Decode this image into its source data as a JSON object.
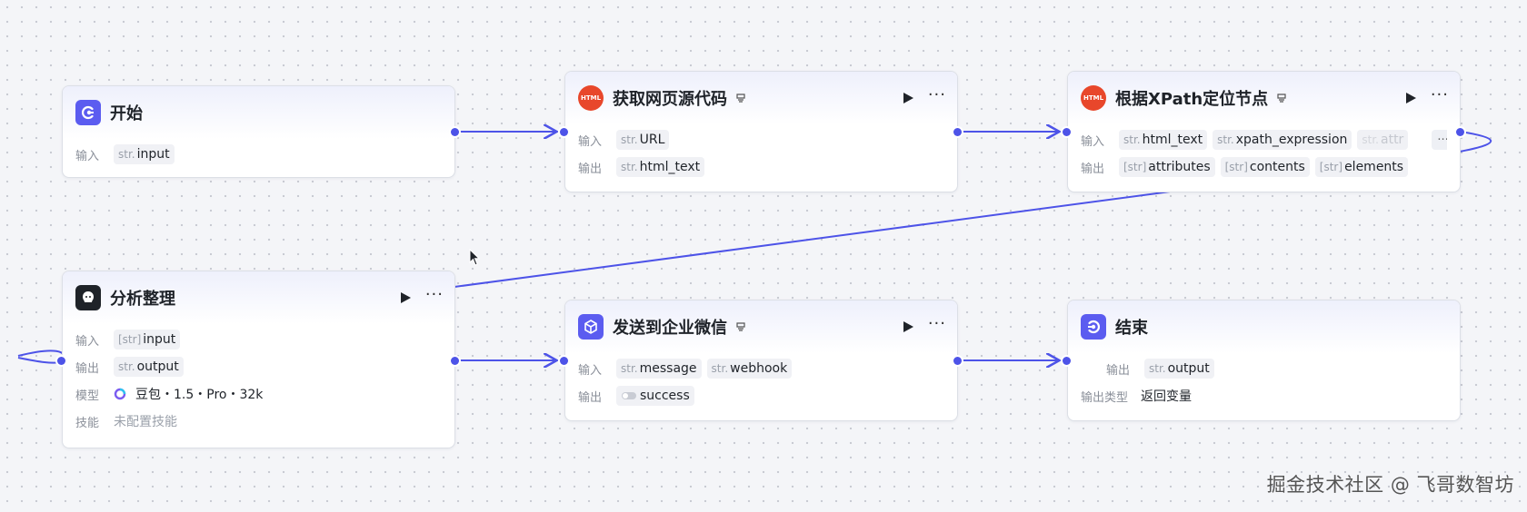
{
  "nodes": {
    "start": {
      "title": "开始",
      "input_label": "输入",
      "input_param": {
        "type": "str.",
        "name": "input"
      }
    },
    "fetch_html": {
      "title": "获取网页源代码",
      "input_label": "输入",
      "output_label": "输出",
      "input_param": {
        "type": "str.",
        "name": "URL"
      },
      "output_param": {
        "type": "str.",
        "name": "html_text"
      }
    },
    "xpath": {
      "title": "根据XPath定位节点",
      "input_label": "输入",
      "output_label": "输出",
      "inputs": [
        {
          "type": "str.",
          "name": "html_text"
        },
        {
          "type": "str.",
          "name": "xpath_expression"
        },
        {
          "type": "str.",
          "name": "attr"
        }
      ],
      "more": "···",
      "outputs": [
        {
          "type": "[str]",
          "name": "attributes"
        },
        {
          "type": "[str]",
          "name": "contents"
        },
        {
          "type": "[str]",
          "name": "elements"
        }
      ]
    },
    "analyze": {
      "title": "分析整理",
      "input_label": "输入",
      "output_label": "输出",
      "model_label": "模型",
      "skill_label": "技能",
      "input_param": {
        "type": "[str]",
        "name": "input"
      },
      "output_param": {
        "type": "str.",
        "name": "output"
      },
      "model": "豆包・1.5・Pro・32k",
      "skill": "未配置技能"
    },
    "wecom": {
      "title": "发送到企业微信",
      "input_label": "输入",
      "output_label": "输出",
      "inputs": [
        {
          "type": "str.",
          "name": "message"
        },
        {
          "type": "str.",
          "name": "webhook"
        }
      ],
      "output_param": {
        "name": "success"
      }
    },
    "end": {
      "title": "结束",
      "output_label": "输出",
      "output_type_label": "输出类型",
      "output_param": {
        "type": "str.",
        "name": "output"
      },
      "output_type": "返回变量"
    }
  },
  "more_label": "···",
  "watermark": "掘金技术社区 @ 飞哥数智坊",
  "colors": {
    "accent": "#4d53e8",
    "html_icon": "#e8472b",
    "start_icon": "#5b5cf0",
    "end_icon": "#5b5cf0"
  },
  "icons": [
    "start-icon",
    "html-icon",
    "llm-icon",
    "plugin-cube-icon",
    "end-icon",
    "play-icon",
    "plugin-link-icon"
  ]
}
